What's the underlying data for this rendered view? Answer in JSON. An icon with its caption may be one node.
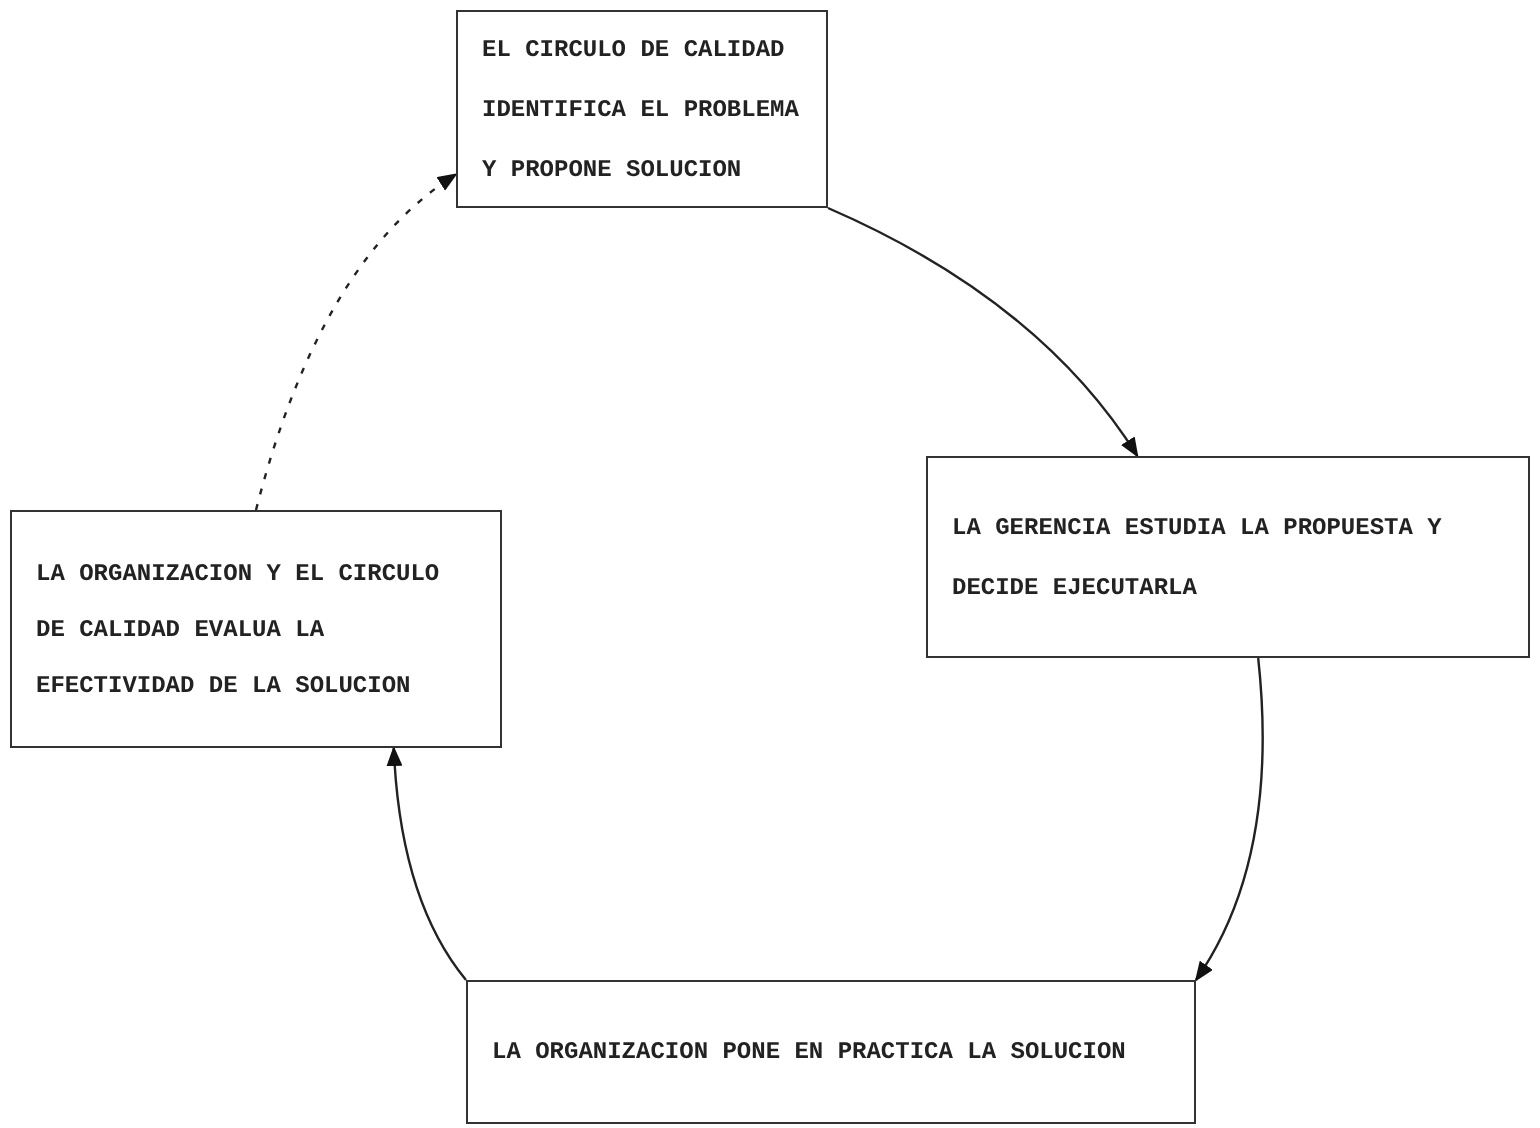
{
  "diagram": {
    "nodes": [
      {
        "text": [
          "EL CIRCULO DE CALIDAD IDENTIFICA EL PROBLEMA Y PROPONE SOLUCION"
        ]
      },
      {
        "text": [
          "LA GERENCIA ESTUDIA LA PROPUESTA Y DECIDE EJECUTARLA"
        ]
      },
      {
        "text": [
          "LA ORGANIZACION PONE EN PRACTICA LA SOLUCION"
        ]
      },
      {
        "text": [
          "LA ORGANIZACION Y EL CIRCULO DE CALIDAD EVALUA LA EFECTIVIDAD DE LA SOLUCION"
        ]
      }
    ],
    "edges": [
      {
        "from": 0,
        "to": 1,
        "arrow": "to"
      },
      {
        "from": 1,
        "to": 2,
        "arrow": "to"
      },
      {
        "from": 2,
        "to": 3,
        "arrow": "to"
      },
      {
        "from": 3,
        "to": 0,
        "arrow": "to",
        "style": "dashed"
      }
    ]
  }
}
